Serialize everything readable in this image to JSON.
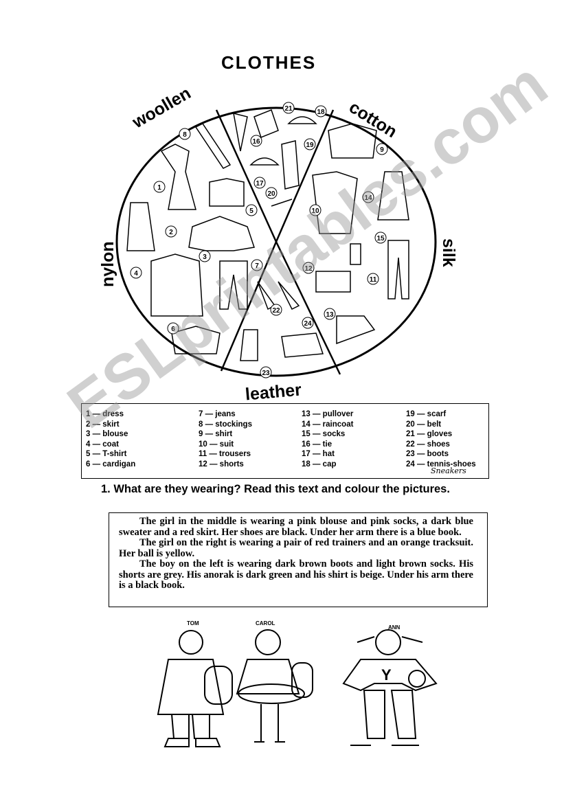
{
  "title": "CLOTHES",
  "categories": {
    "woollen": "woollen",
    "cotton": "cotton",
    "nylon": "nylon",
    "silk": "silk",
    "leather": "leather"
  },
  "vocabulary": [
    [
      "1 — dress",
      "2 — skirt",
      "3 — blouse",
      "4 — coat",
      "5 — T-shirt",
      "6 — cardigan"
    ],
    [
      "7 — jeans",
      "8 — stockings",
      "9 — shirt",
      "10 — suit",
      "11 — trousers",
      "12 — shorts"
    ],
    [
      "13 — pullover",
      "14 — raincoat",
      "15 — socks",
      "16 — tie",
      "17 — hat",
      "18 — cap"
    ],
    [
      "19 — scarf",
      "20 — belt",
      "21 — gloves",
      "22 — shoes",
      "23 — boots",
      "24 — tennis-shoes"
    ]
  ],
  "handwritten_note": "Sneakers",
  "question": "1.  What are they wearing? Read this text and colour the pictures.",
  "paragraphs": [
    "The girl in the middle is wearing a pink blouse and pink socks, a dark blue sweater and a red skirt. Her shoes are black. Under her arm there is a blue book.",
    "The girl on the right is wearing a pair of red trainers and an orange tracksuit. Her ball is yellow.",
    "The boy on the left is wearing dark brown boots and light brown socks. His shorts are grey. His anorak is dark green and his shirt is beige. Under his arm there is a black book."
  ],
  "figures": {
    "left": "TOM",
    "middle": "CAROL",
    "right": "ANN"
  },
  "watermark": "ESLprintables.com"
}
